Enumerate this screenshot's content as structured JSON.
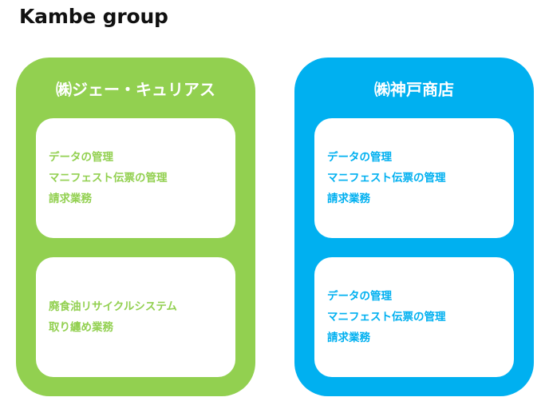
{
  "page": {
    "title": "Kambe group"
  },
  "colors": {
    "green": "#92D050",
    "blue": "#00B0F0",
    "card_bg": "#FFFFFF"
  },
  "companies": [
    {
      "name": "㈱ジェー・キュリアス",
      "color": "#92D050",
      "cards": [
        {
          "lines": [
            "データの管理",
            "マニフェスト伝票の管理",
            "請求業務"
          ]
        },
        {
          "lines": [
            "廃食油リサイクルシステム",
            "取り纏め業務"
          ]
        }
      ]
    },
    {
      "name": "㈱神戸商店",
      "color": "#00B0F0",
      "cards": [
        {
          "lines": [
            "データの管理",
            "マニフェスト伝票の管理",
            "請求業務"
          ]
        },
        {
          "lines": [
            "データの管理",
            "マニフェスト伝票の管理",
            "請求業務"
          ]
        }
      ]
    }
  ]
}
